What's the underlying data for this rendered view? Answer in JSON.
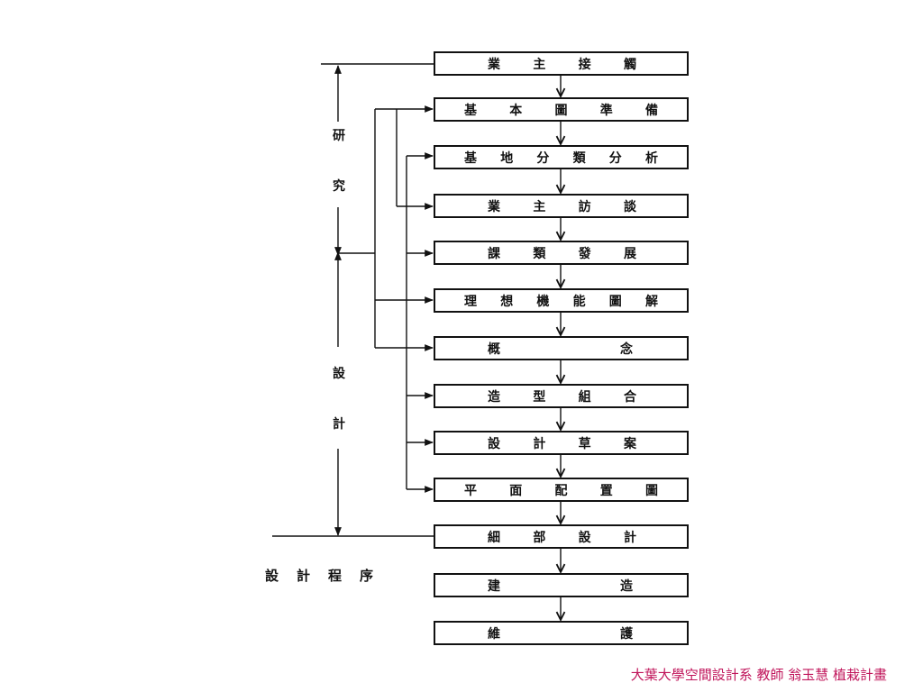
{
  "steps": [
    "業主接觸",
    "基本圖準備",
    "基地分類分析",
    "業主訪談",
    "課類發展",
    "理想機能圖解",
    "概念",
    "造型組合",
    "設計草案",
    "平面配置圖",
    "細部設計",
    "建造",
    "維護"
  ],
  "phases": {
    "research": "研究",
    "design": "設計"
  },
  "process_title": "設計程序",
  "footer": "大葉大學空間設計系 教師 翁玉慧 植栽計畫"
}
